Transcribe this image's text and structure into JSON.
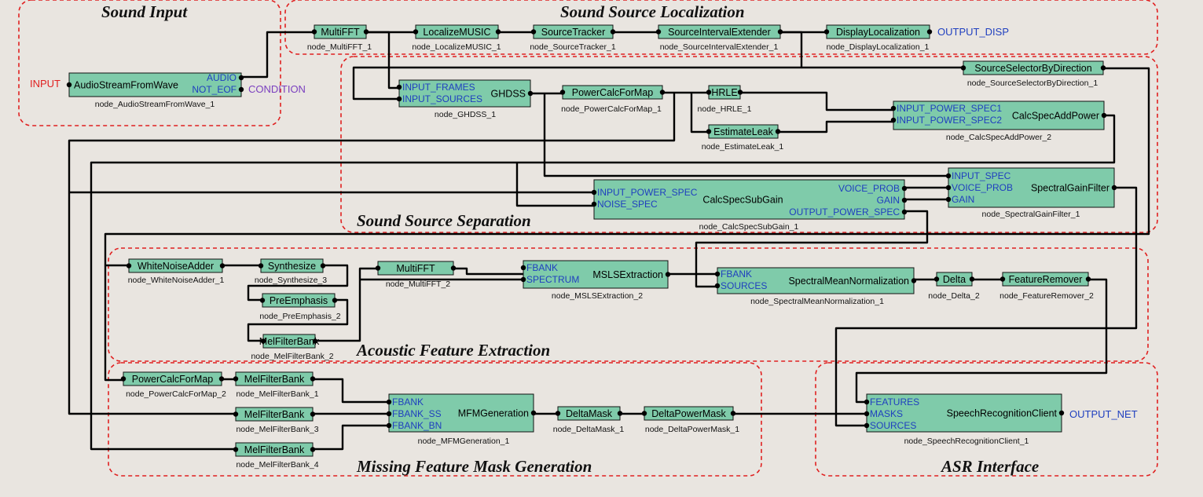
{
  "colors": {
    "background": "#e9e5e0",
    "node_fill": "#7fcbaa",
    "node_border": "#111111",
    "group_border": "#e02020",
    "port_label": "#1f3fbf",
    "input_label": "#e02020",
    "condition_label": "#7a3fbf",
    "wire": "#000000"
  },
  "groups": [
    {
      "label": "Sound Input"
    },
    {
      "label": "Sound Source Localization"
    },
    {
      "label": "Sound Source Separation"
    },
    {
      "label": "Acoustic Feature Extraction"
    },
    {
      "label": "Missing Feature Mask Generation"
    },
    {
      "label": "ASR Interface"
    }
  ],
  "nodes": [
    {
      "name": "AudioStreamFromWave",
      "caption": "node_AudioStreamFromWave_1",
      "in_ports": [],
      "out_ports": [
        "AUDIO",
        "NOT_EOF"
      ]
    },
    {
      "name": "MultiFFT",
      "caption": "node_MultiFFT_1",
      "in_ports": [],
      "out_ports": []
    },
    {
      "name": "LocalizeMUSIC",
      "caption": "node_LocalizeMUSIC_1",
      "in_ports": [],
      "out_ports": []
    },
    {
      "name": "SourceTracker",
      "caption": "node_SourceTracker_1",
      "in_ports": [],
      "out_ports": []
    },
    {
      "name": "SourceIntervalExtender",
      "caption": "node_SourceIntervalExtender_1",
      "in_ports": [],
      "out_ports": []
    },
    {
      "name": "DisplayLocalization",
      "caption": "node_DisplayLocalization_1",
      "in_ports": [],
      "out_ports": []
    },
    {
      "name": "SourceSelectorByDirection",
      "caption": "node_SourceSelectorByDirection_1",
      "in_ports": [],
      "out_ports": []
    },
    {
      "name": "GHDSS",
      "caption": "node_GHDSS_1",
      "in_ports": [
        "INPUT_FRAMES",
        "INPUT_SOURCES"
      ],
      "out_ports": []
    },
    {
      "name": "PowerCalcForMap",
      "caption": "node_PowerCalcForMap_1",
      "in_ports": [],
      "out_ports": []
    },
    {
      "name": "HRLE",
      "caption": "node_HRLE_1",
      "in_ports": [],
      "out_ports": []
    },
    {
      "name": "EstimateLeak",
      "caption": "node_EstimateLeak_1",
      "in_ports": [],
      "out_ports": []
    },
    {
      "name": "CalcSpecAddPower",
      "caption": "node_CalcSpecAddPower_2",
      "in_ports": [
        "INPUT_POWER_SPEC1",
        "INPUT_POWER_SPEC2"
      ],
      "out_ports": []
    },
    {
      "name": "CalcSpecSubGain",
      "caption": "node_CalcSpecSubGain_1",
      "in_ports": [
        "INPUT_POWER_SPEC",
        "NOISE_SPEC"
      ],
      "out_ports": [
        "VOICE_PROB",
        "GAIN",
        "OUTPUT_POWER_SPEC"
      ]
    },
    {
      "name": "SpectralGainFilter",
      "caption": "node_SpectralGainFilter_1",
      "in_ports": [
        "INPUT_SPEC",
        "VOICE_PROB",
        "GAIN"
      ],
      "out_ports": []
    },
    {
      "name": "WhiteNoiseAdder",
      "caption": "node_WhiteNoiseAdder_1",
      "in_ports": [],
      "out_ports": []
    },
    {
      "name": "Synthesize",
      "caption": "node_Synthesize_3",
      "in_ports": [],
      "out_ports": []
    },
    {
      "name": "PreEmphasis",
      "caption": "node_PreEmphasis_2",
      "in_ports": [],
      "out_ports": []
    },
    {
      "name": "MultiFFT",
      "caption": "node_MultiFFT_2",
      "in_ports": [],
      "out_ports": []
    },
    {
      "name": "MelFilterBank",
      "caption": "node_MelFilterBank_2",
      "in_ports": [],
      "out_ports": []
    },
    {
      "name": "MSLSExtraction",
      "caption": "node_MSLSExtraction_2",
      "in_ports": [
        "FBANK",
        "SPECTRUM"
      ],
      "out_ports": []
    },
    {
      "name": "SpectralMeanNormalization",
      "caption": "node_SpectralMeanNormalization_1",
      "in_ports": [
        "FBANK",
        "SOURCES"
      ],
      "out_ports": []
    },
    {
      "name": "Delta",
      "caption": "node_Delta_2",
      "in_ports": [],
      "out_ports": []
    },
    {
      "name": "FeatureRemover",
      "caption": "node_FeatureRemover_2",
      "in_ports": [],
      "out_ports": []
    },
    {
      "name": "PowerCalcForMap",
      "caption": "node_PowerCalcForMap_2",
      "in_ports": [],
      "out_ports": []
    },
    {
      "name": "MelFilterBank",
      "caption": "node_MelFilterBank_1",
      "in_ports": [],
      "out_ports": []
    },
    {
      "name": "MelFilterBank",
      "caption": "node_MelFilterBank_3",
      "in_ports": [],
      "out_ports": []
    },
    {
      "name": "MelFilterBank",
      "caption": "node_MelFilterBank_4",
      "in_ports": [],
      "out_ports": []
    },
    {
      "name": "MFMGeneration",
      "caption": "node_MFMGeneration_1",
      "in_ports": [
        "FBANK",
        "FBANK_SS",
        "FBANK_BN"
      ],
      "out_ports": []
    },
    {
      "name": "DeltaMask",
      "caption": "node_DeltaMask_1",
      "in_ports": [],
      "out_ports": []
    },
    {
      "name": "DeltaPowerMask",
      "caption": "node_DeltaPowerMask_1",
      "in_ports": [],
      "out_ports": []
    },
    {
      "name": "SpeechRecognitionClient",
      "caption": "node_SpeechRecognitionClient_1",
      "in_ports": [
        "FEATURES",
        "MASKS",
        "SOURCES"
      ],
      "out_ports": []
    }
  ],
  "external_labels": [
    {
      "text": "INPUT",
      "kind": "input"
    },
    {
      "text": "CONDITION",
      "kind": "condition"
    },
    {
      "text": "OUTPUT_DISP",
      "kind": "output"
    },
    {
      "text": "OUTPUT_NET",
      "kind": "output"
    }
  ]
}
